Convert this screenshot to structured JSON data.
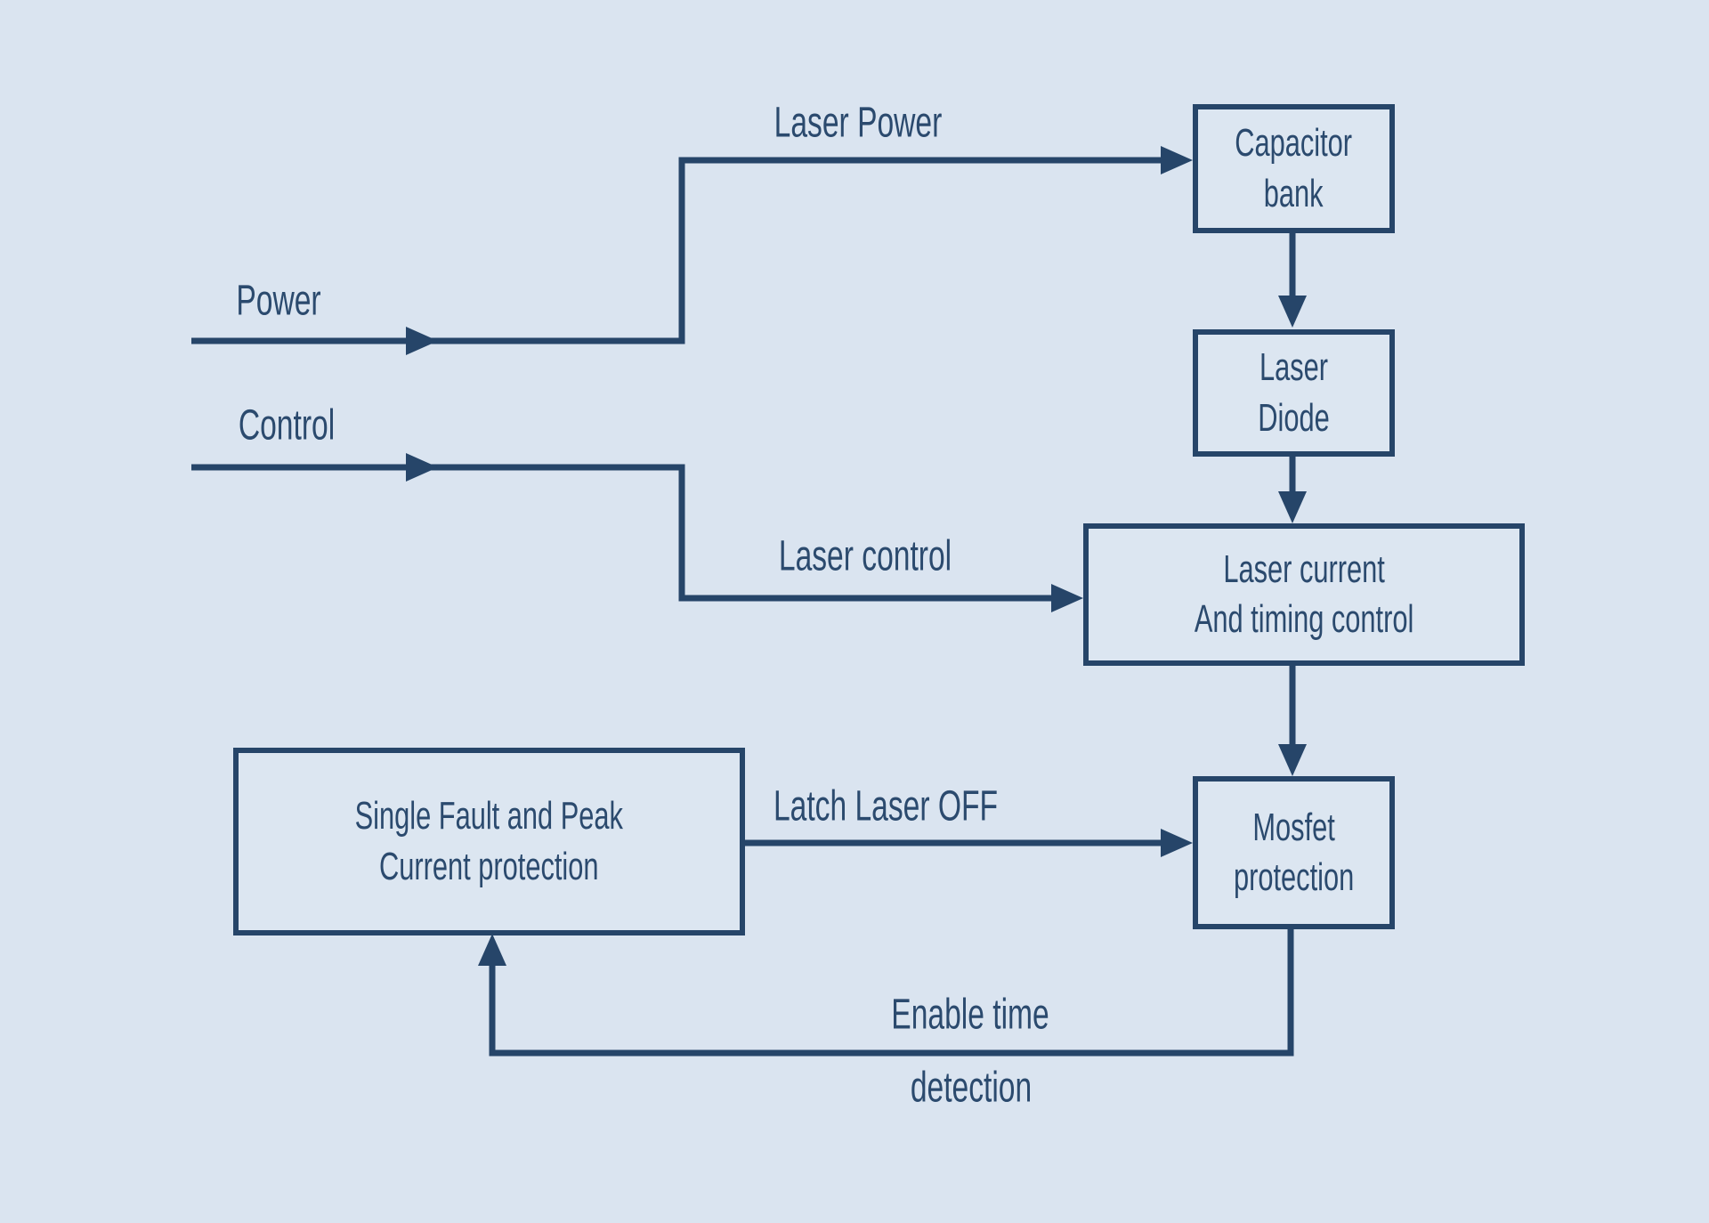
{
  "canvas": {
    "title": "Laser driver block diagram",
    "background_color": "#dae4f0",
    "ink_color": "#264569"
  },
  "nodes": [
    {
      "id": "capacitor-bank",
      "label": "Capacitor\nbank"
    },
    {
      "id": "laser-diode",
      "label": "Laser\nDiode"
    },
    {
      "id": "laser-current",
      "label": "Laser current\nAnd timing control"
    },
    {
      "id": "single-fault",
      "label": "Single Fault and Peak\nCurrent protection"
    },
    {
      "id": "mosfet",
      "label": "Mosfet\nprotection"
    }
  ],
  "edge_labels": [
    {
      "id": "power",
      "text": "Power"
    },
    {
      "id": "control",
      "text": "Control"
    },
    {
      "id": "laser-power",
      "text": "Laser Power"
    },
    {
      "id": "laser-control",
      "text": "Laser control"
    },
    {
      "id": "latch-laser-off",
      "text": "Latch Laser OFF"
    },
    {
      "id": "enable-time",
      "text": "Enable time"
    },
    {
      "id": "detection",
      "text": "detection"
    }
  ],
  "edges": [
    {
      "from": "Power input",
      "to": "Capacitor bank",
      "label": "Power / Laser Power"
    },
    {
      "from": "Control input",
      "to": "Laser current And timing control",
      "label": "Control / Laser control"
    },
    {
      "from": "Capacitor bank",
      "to": "Laser Diode",
      "label": ""
    },
    {
      "from": "Laser Diode",
      "to": "Laser current And timing control",
      "label": ""
    },
    {
      "from": "Laser current And timing control",
      "to": "Mosfet protection",
      "label": ""
    },
    {
      "from": "Single Fault and Peak Current protection",
      "to": "Mosfet protection",
      "label": "Latch Laser OFF"
    },
    {
      "from": "Mosfet protection",
      "to": "Single Fault and Peak Current protection",
      "label": "Enable time detection"
    }
  ]
}
